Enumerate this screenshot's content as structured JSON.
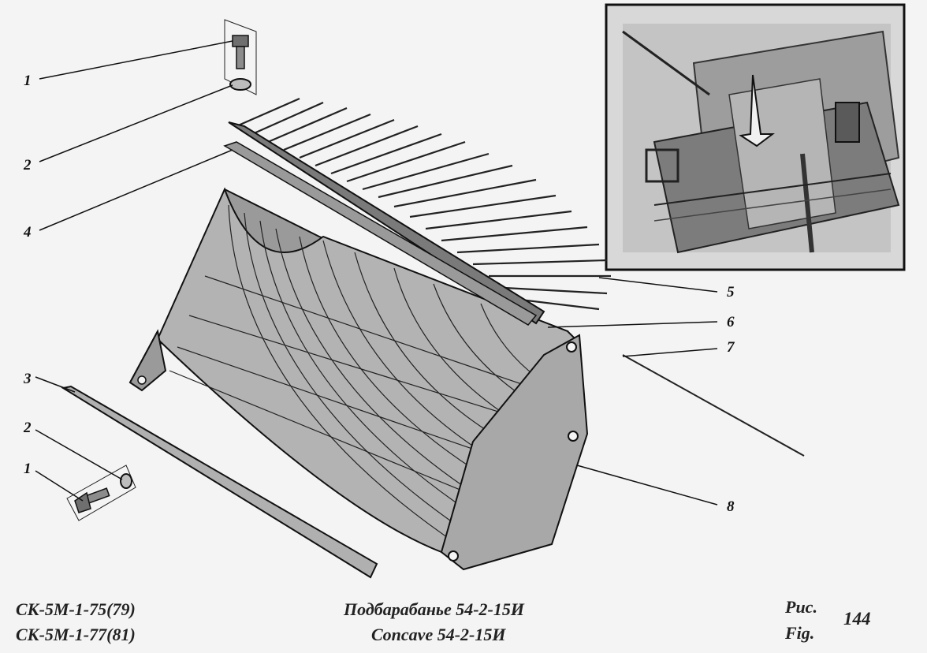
{
  "callouts": [
    {
      "label": "1",
      "part": "bolt-top"
    },
    {
      "label": "2",
      "part": "washer-top"
    },
    {
      "label": "4",
      "part": "plate"
    },
    {
      "label": "3",
      "part": "strip"
    },
    {
      "label": "2",
      "part": "washer-bottom"
    },
    {
      "label": "1",
      "part": "bolt-bottom"
    },
    {
      "label": "5",
      "part": "comb"
    },
    {
      "label": "6",
      "part": "grate-edge"
    },
    {
      "label": "7",
      "part": "rod"
    },
    {
      "label": "8",
      "part": "side-plate"
    }
  ],
  "footer": {
    "model_line_1": "СК-5М-1-75(79)",
    "model_line_2": "СК-5М-1-77(81)",
    "title_ru": "Подбарабанье 54-2-15И",
    "title_en": "Concave 54-2-15И",
    "fig_ru": "Рис.",
    "fig_en": "Fig.",
    "fig_number": "144"
  },
  "colors": {
    "ink": "#1a1a1a",
    "shade": "#8a8a8a",
    "paper": "#f4f4f4"
  }
}
